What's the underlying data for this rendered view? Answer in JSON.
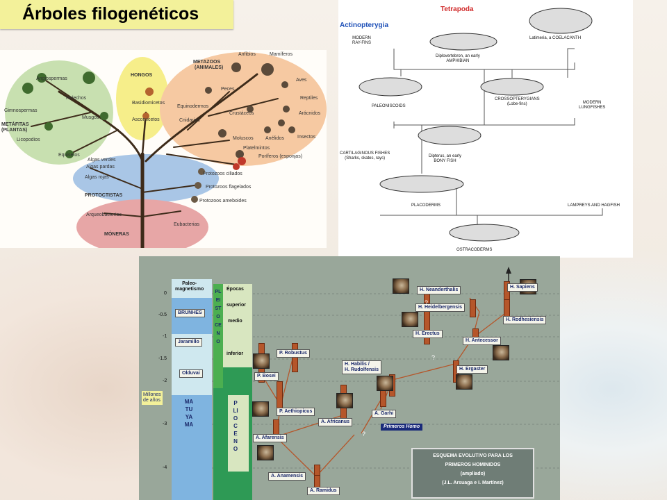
{
  "title": "Árboles filogenéticos",
  "tree_of_life": {
    "labels": [
      "Angiospermas",
      "Helechos",
      "Gimnospermas",
      "Musgos",
      "METÁFITAS",
      "(PLANTAS)",
      "Licopodios",
      "Equisetos",
      "HONGOS",
      "Basidiomicetos",
      "Ascomicetos",
      "METAZOOS",
      "(ANIMALES)",
      "Anfibios",
      "Mamíferos",
      "Aves",
      "Peces",
      "Reptiles",
      "Equinodermos",
      "Crustáceos",
      "Arácnidos",
      "Cnidarios",
      "Insectos",
      "Moluscos",
      "Anélidos",
      "Platelmintos",
      "Poríferos (esponjas)",
      "Algas verdes",
      "Algas pardas",
      "Algas rojas",
      "Protozoos ciliados",
      "Protozoos flagelados",
      "PROTOCTISTAS",
      "Protozoos ameboides",
      "Arqueobacterias",
      "Eubacterias",
      "MÓNERAS"
    ]
  },
  "vertebrates": {
    "heading_actino": "Actinopterygia",
    "heading_tetra": "Tetrapoda",
    "labels": {
      "modern_rayfins": "MODERN\nRAY-FINS",
      "diplovertebron": "Diplovertebron, an early\nAMPHIBIAN",
      "latimeria": "Latimeria, a COELACANTH",
      "paleoniscoids": "PALEONISCOIDS",
      "crossopterygians": "CROSSOPTERYGIANS\n(Lobe-fins)",
      "lungfishes": "MODERN\nLUNGFISHES",
      "cartilaginous": "CARTILAGINOUS FISHES\n(Sharks, skates, rays)",
      "dipterus": "Dipterus, an early\nBONY FISH",
      "placoderms": "PLACODERMS",
      "lampreys": "LAMPREYS AND HAGFISH",
      "ostracoderms": "OSTRACODERMS"
    }
  },
  "hominids": {
    "paleo_header": "Paleo-\nmagnetismo",
    "epocas": "Épocas",
    "brunhes": "BRUNHES",
    "jaramillo": "Jaramillo",
    "olduvai": "Olduvai",
    "matuyama": "MATUYAMA",
    "pleistoceno": "PLEISTOCENO",
    "plioceno": "PLIOCENO",
    "superior": "superior",
    "medio": "medio",
    "inferior": "inferior",
    "millones": "Millones\nde años",
    "ticks": [
      "0",
      "-0.5",
      "-1",
      "-1.5",
      "-2",
      "-3",
      "-4"
    ],
    "species": [
      "H. Neanderthalis",
      "H. Sapiens",
      "H. Heidelbergensis",
      "H. Rodhesiensis",
      "H. Erectus",
      "H. Antecessor",
      "P. Robustus",
      "H. Habilis /\nH. Rudolfensis",
      "H. Ergaster",
      "P. Bosei",
      "P. Aethiopicus",
      "A. Africanus",
      "A. Garhi",
      "A. Afarensis",
      "A. Anamensis",
      "A. Ramidus"
    ],
    "primeros": "Primeros Homo",
    "question": "?",
    "caption_1": "ESQUEMA EVOLUTIVO PARA LOS",
    "caption_2": "PRIMEROS HOMINIDOS",
    "caption_3": "(ampliado)",
    "caption_4": "(J.L. Arsuaga e I. Martínez)"
  }
}
